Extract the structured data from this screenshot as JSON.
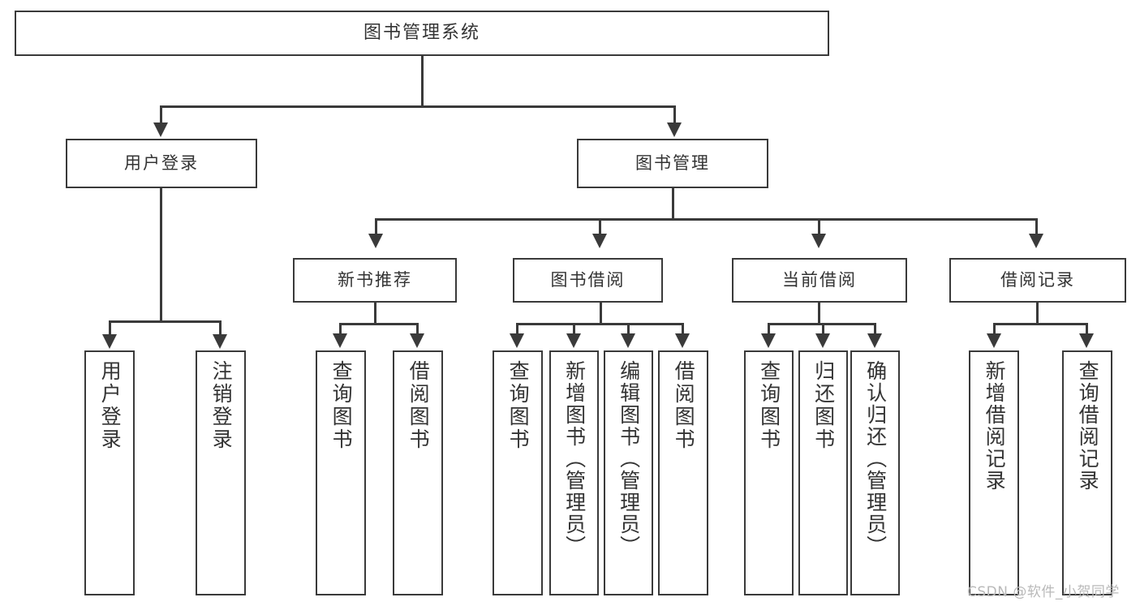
{
  "diagram": {
    "title": "图书管理系统",
    "watermark": "CSDN @软件_小贺同学",
    "colors": {
      "stroke": "#3a3a3a",
      "text": "#333333",
      "background": "#ffffff",
      "watermark": "#b9b9b9"
    },
    "levels": {
      "root": {
        "label": "图书管理系统"
      },
      "level2": [
        {
          "label": "用户登录"
        },
        {
          "label": "图书管理"
        }
      ],
      "level3": [
        {
          "label": "新书推荐"
        },
        {
          "label": "图书借阅"
        },
        {
          "label": "当前借阅"
        },
        {
          "label": "借阅记录"
        }
      ],
      "leaves": [
        {
          "label": "用户登录",
          "parent": "用户登录"
        },
        {
          "label": "注销登录",
          "parent": "用户登录"
        },
        {
          "label": "查询图书",
          "parent": "新书推荐"
        },
        {
          "label": "借阅图书",
          "parent": "新书推荐"
        },
        {
          "label": "查询图书",
          "parent": "图书借阅"
        },
        {
          "label": "新增图书（管理员）",
          "parent": "图书借阅"
        },
        {
          "label": "编辑图书（管理员）",
          "parent": "图书借阅"
        },
        {
          "label": "借阅图书",
          "parent": "图书借阅"
        },
        {
          "label": "查询图书",
          "parent": "当前借阅"
        },
        {
          "label": "归还图书",
          "parent": "当前借阅"
        },
        {
          "label": "确认归还（管理员）",
          "parent": "当前借阅"
        },
        {
          "label": "新增借阅记录",
          "parent": "借阅记录"
        },
        {
          "label": "查询借阅记录",
          "parent": "借阅记录"
        }
      ]
    }
  }
}
